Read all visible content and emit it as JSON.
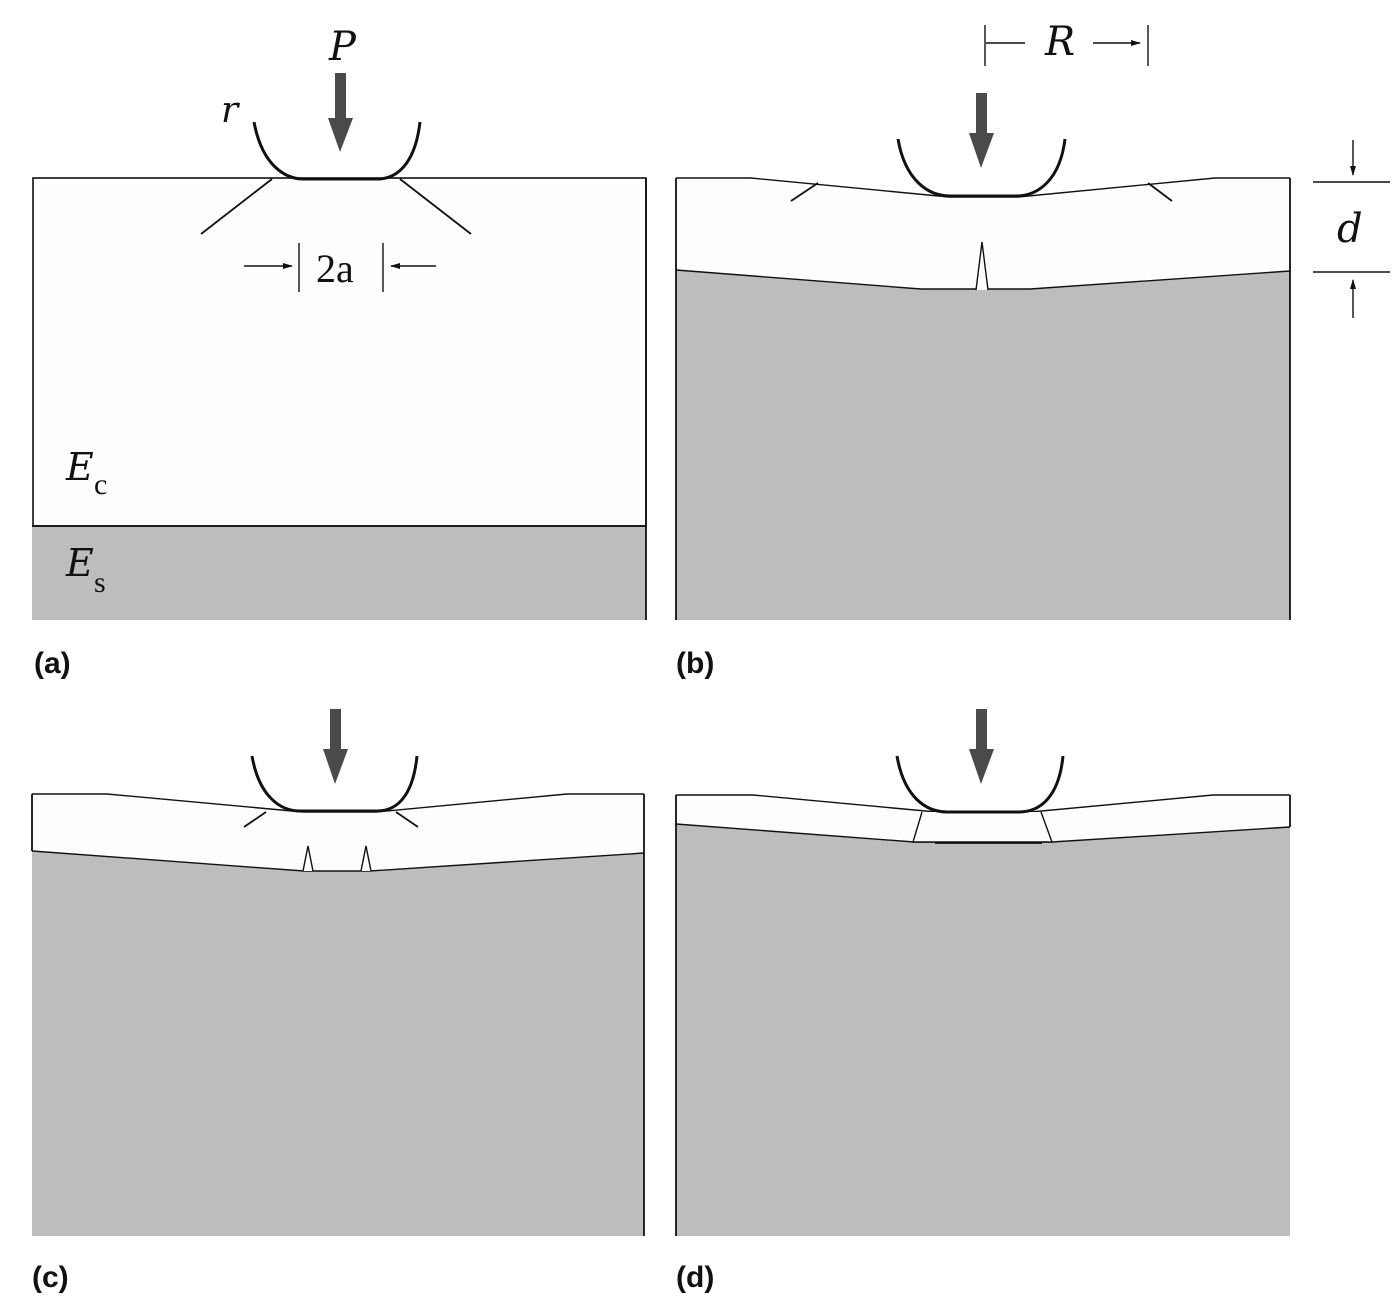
{
  "colors": {
    "coating": "#fdfdfd",
    "substrate": "#bdbdbd",
    "ink": "#111111",
    "load_arrow": "#4a4a4a"
  },
  "panels": {
    "a": {
      "label": "(a)",
      "load_symbol": "P",
      "radius_symbol": "r",
      "contact_symbol": "2a",
      "coating_symbol": "E",
      "coating_subscript": "c",
      "substrate_symbol": "E",
      "substrate_subscript": "s"
    },
    "b": {
      "label": "(b)",
      "span_symbol": "R",
      "thickness_symbol": "d"
    },
    "c": {
      "label": "(c)"
    },
    "d": {
      "label": "(d)"
    }
  }
}
